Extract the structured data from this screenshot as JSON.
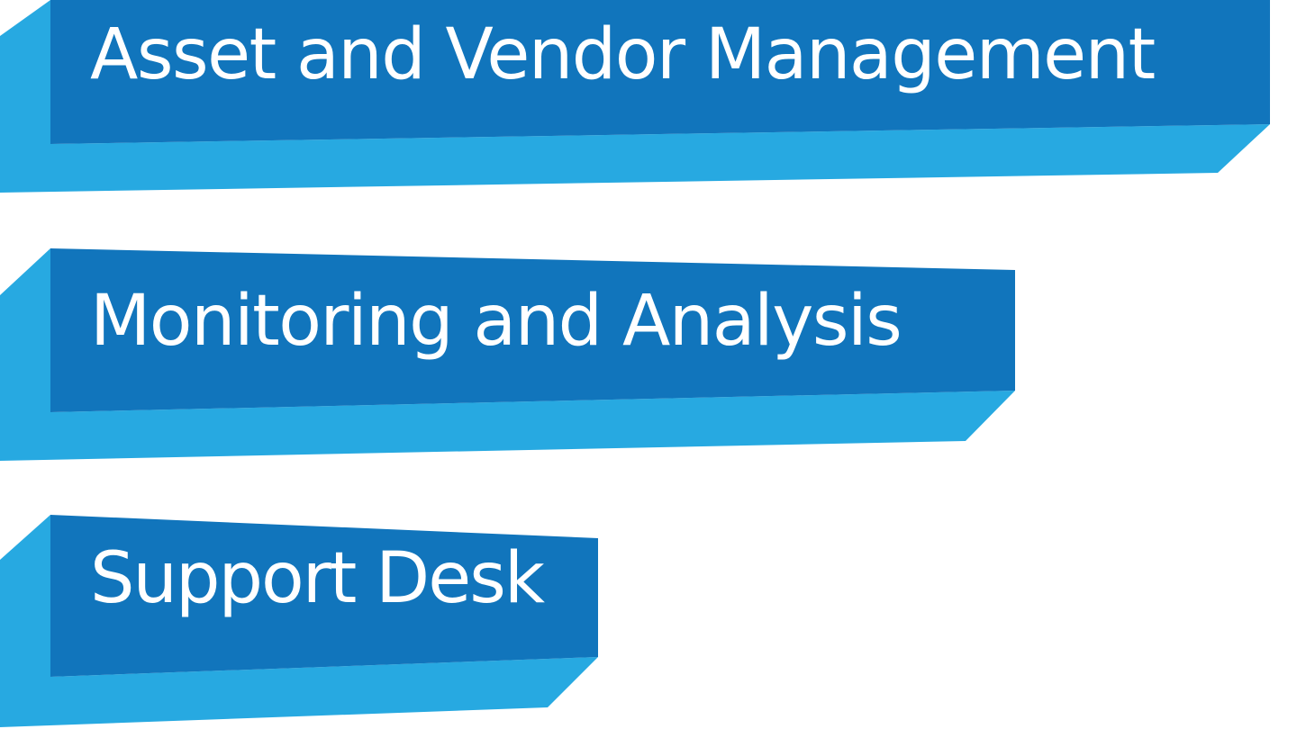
{
  "banners": [
    {
      "label": "Asset and Vendor Management"
    },
    {
      "label": "Monitoring and Analysis"
    },
    {
      "label": "Support Desk"
    }
  ],
  "colors": {
    "front_face": "#1175bc",
    "side_face": "#27a9e1",
    "background": "#ffffff",
    "text": "#ffffff"
  }
}
